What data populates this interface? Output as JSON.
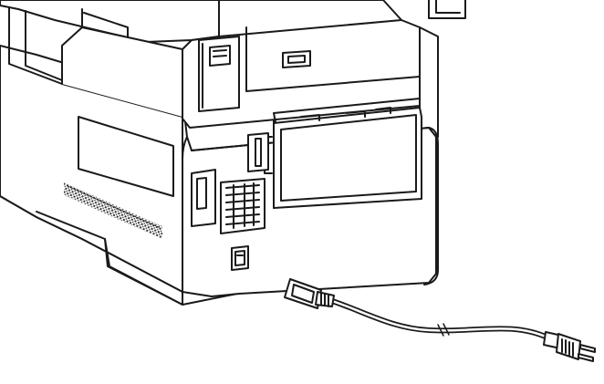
{
  "figure": {
    "colors": {
      "stroke": "#1a1a1a",
      "fill": "#ffffff",
      "hatch": "#2b2b2b"
    },
    "parts": [
      "printer-body",
      "rear-cover",
      "rear-vent",
      "side-vent",
      "power-socket",
      "power-cord",
      "iec-connector",
      "power-plug"
    ]
  }
}
